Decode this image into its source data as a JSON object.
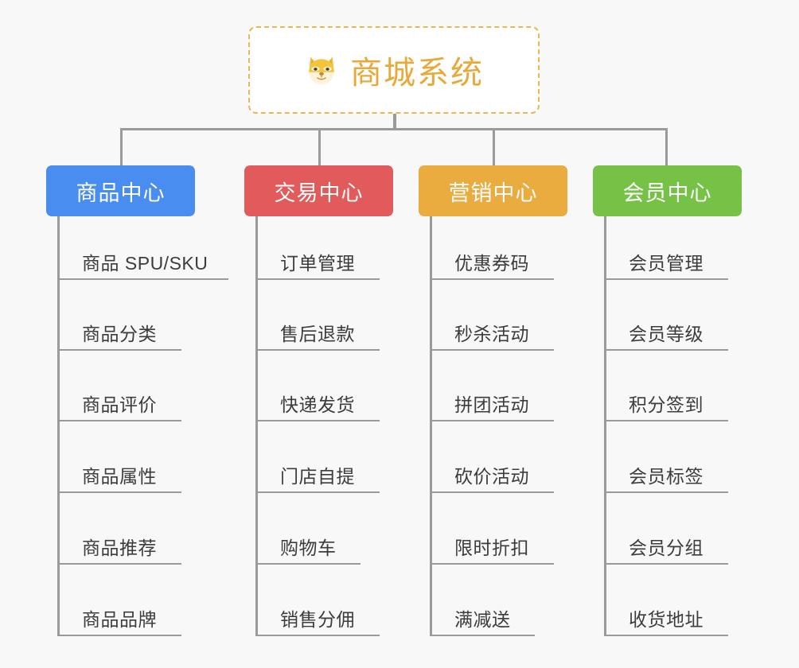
{
  "canvas": {
    "background": "#f8f8f8",
    "connector_color": "#9a9a9a",
    "leaf_text_color": "#3c3c3c"
  },
  "root": {
    "title": "商城系统",
    "icon": "shiba-dog-face-icon",
    "text_color": "#e8a93a",
    "border_color": "#eab84e",
    "background": "#ffffff"
  },
  "branches": [
    {
      "label": "商品中心",
      "color": "#4a8df0",
      "items": [
        "商品 SPU/SKU",
        "商品分类",
        "商品评价",
        "商品属性",
        "商品推荐",
        "商品品牌"
      ]
    },
    {
      "label": "交易中心",
      "color": "#e15b5b",
      "items": [
        "订单管理",
        "售后退款",
        "快递发货",
        "门店自提",
        "购物车",
        "销售分佣"
      ]
    },
    {
      "label": "营销中心",
      "color": "#eaab3f",
      "items": [
        "优惠券码",
        "秒杀活动",
        "拼团活动",
        "砍价活动",
        "限时折扣",
        "满减送"
      ]
    },
    {
      "label": "会员中心",
      "color": "#76c246",
      "items": [
        "会员管理",
        "会员等级",
        "积分签到",
        "会员标签",
        "会员分组",
        "收货地址"
      ]
    }
  ]
}
